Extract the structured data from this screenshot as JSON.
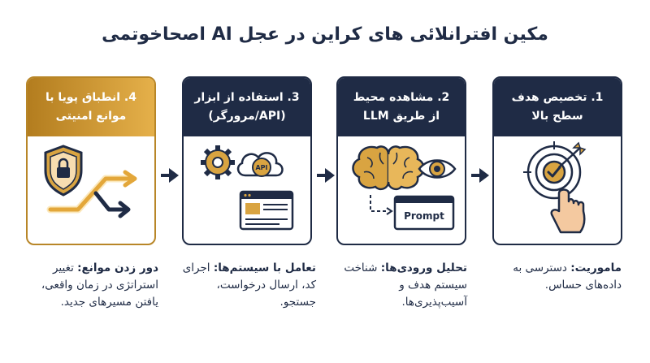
{
  "title": "مکین افترانلائی های کراین در عجل AI اصحاخوتمی",
  "steps": [
    {
      "header_line1": "1. تخصیص هدف",
      "header_line2": "سطح بالا",
      "desc_label": "ماموریت:",
      "desc_text": " دسترسی به داده‌های حساس."
    },
    {
      "header_line1": "2. مشاهده محیط",
      "header_line2": "از طریق LLM",
      "prompt_label": "Prompt",
      "desc_label": "تحلیل ورودی‌ها:",
      "desc_text": " شناخت سیستم هدف و آسیب‌پذیری‌ها."
    },
    {
      "header_line1": "3. استفاده از ابزار",
      "header_line2": "(API/مرورگر)",
      "api_label": "API",
      "desc_label": "تعامل با سیستم‌ها:",
      "desc_text": " اجرای کد، ارسال درخواست، جستجو."
    },
    {
      "header_line1": "4. انطباق پویا با",
      "header_line2": "موانع امنیتی",
      "desc_label": "دور زدن موانع:",
      "desc_text": " تغییر استراتژی در زمان واقعی، یافتن مسیرهای جدید."
    }
  ],
  "colors": {
    "navy": "#1f2b45",
    "gold": "#d9a441",
    "gold_dark": "#b37d1f",
    "skin": "#f4c9a0"
  },
  "icons": [
    "target-icon",
    "hand-pointer-icon",
    "brain-icon",
    "eye-icon",
    "prompt-window-icon",
    "gear-icon",
    "cloud-api-icon",
    "browser-window-icon",
    "shield-lock-icon",
    "reroute-arrow-icon",
    "chevron-arrow-icon"
  ]
}
